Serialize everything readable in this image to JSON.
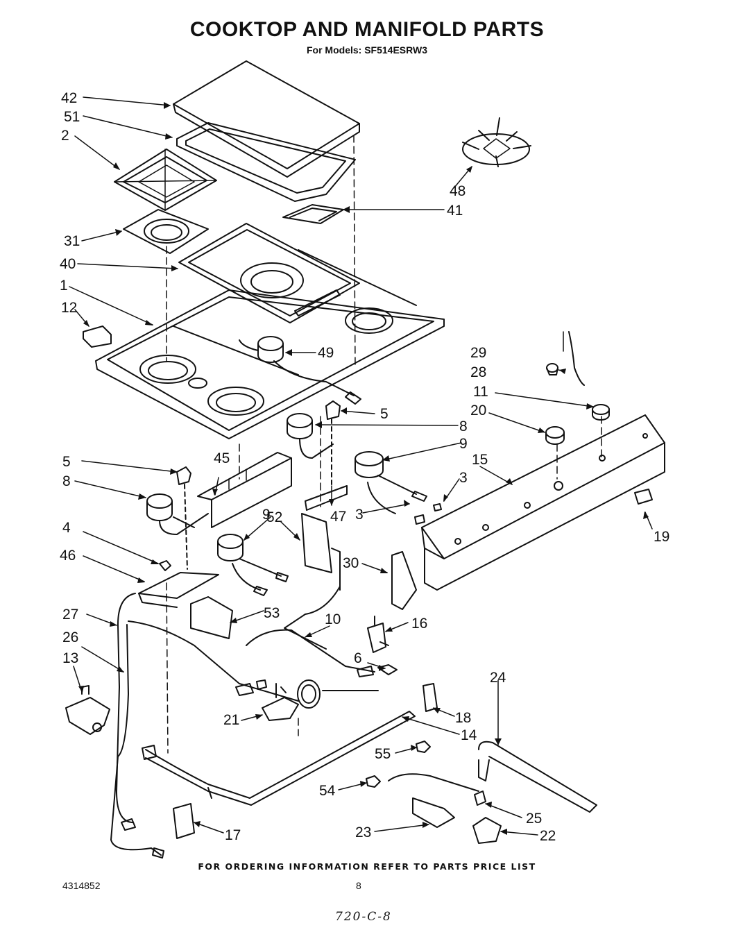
{
  "title": "COOKTOP  AND MANIFOLD PARTS",
  "subtitle": "For Models: SF514ESRW3",
  "footer_note": "FOR ORDERING INFORMATION REFER TO PARTS PRICE LIST",
  "doc_number": "4314852",
  "page_number": "8",
  "handwritten_note": "720-C-8",
  "callouts": {
    "c42": "42",
    "c51": "51",
    "c2": "2",
    "c48": "48",
    "c41": "41",
    "c31": "31",
    "c40": "40",
    "c1": "1",
    "c12": "12",
    "c49": "49",
    "c29": "29",
    "c28": "28",
    "c11": "11",
    "c20": "20",
    "c5a": "5",
    "c8a": "8",
    "c9a": "9",
    "c15": "15",
    "c3a": "3",
    "c5b": "5",
    "c45": "45",
    "c8b": "8",
    "c9b": "9",
    "c4": "4",
    "c52": "52",
    "c47": "47",
    "c3b": "3",
    "c19": "19",
    "c46": "46",
    "c30": "30",
    "c27": "27",
    "c53": "53",
    "c10": "10",
    "c16": "16",
    "c26": "26",
    "c6": "6",
    "c13": "13",
    "c24": "24",
    "c21": "21",
    "c18": "18",
    "c14": "14",
    "c55": "55",
    "c54": "54",
    "c25": "25",
    "c23": "23",
    "c22": "22",
    "c17": "17"
  }
}
